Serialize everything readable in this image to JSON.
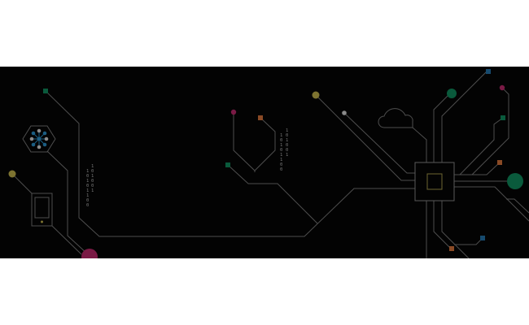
{
  "banner": {
    "binary_left": [
      "1",
      "0",
      "1",
      "0",
      "1",
      "1",
      "0",
      "0"
    ],
    "binary_left_short": [
      "1",
      "0",
      "1",
      "0",
      "0",
      "1"
    ],
    "binary_center": [
      "1",
      "0",
      "1",
      "0",
      "1",
      "1",
      "0",
      "0"
    ],
    "binary_center_short": [
      "1",
      "0",
      "1",
      "0",
      "0",
      "1"
    ],
    "colors": {
      "background": "#030303",
      "trace": "#4e4e4e",
      "green": "#0a5a3c",
      "pink": "#7a1a45",
      "yellow": "#7d7330",
      "orange": "#8a4a25",
      "blue": "#164a6e",
      "teal": "#1b5d82"
    },
    "icons": [
      "network-hexagon-icon",
      "phone-icon",
      "cloud-icon",
      "chip-icon"
    ]
  }
}
